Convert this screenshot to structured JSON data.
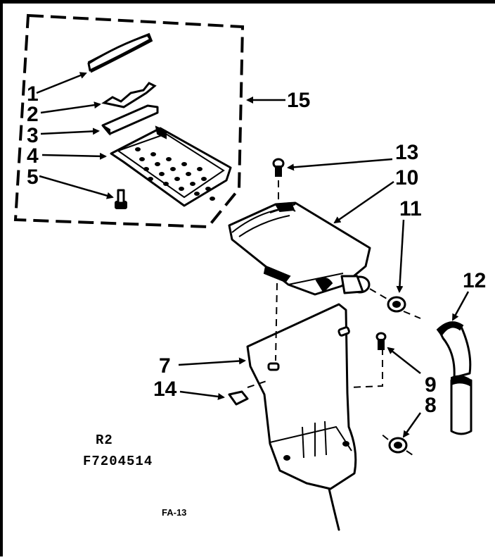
{
  "labels": {
    "l1": "1",
    "l2": "2",
    "l3": "3",
    "l4": "4",
    "l5": "5",
    "l7": "7",
    "l8": "8",
    "l9": "9",
    "l10": "10",
    "l11": "11",
    "l12": "12",
    "l13": "13",
    "l14": "14",
    "l15": "15"
  },
  "code_line1": "R2",
  "code_line2": "F7204514",
  "figure_id": "FA-13"
}
